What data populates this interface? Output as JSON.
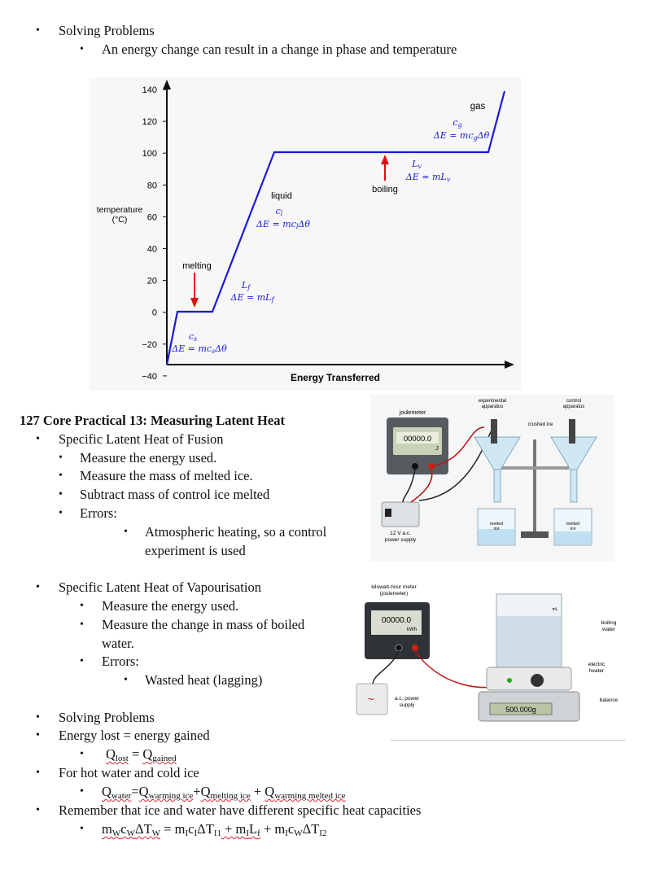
{
  "section1": {
    "heading": "Solving Problems",
    "sub": "An energy change can result in a change in phase and temperature"
  },
  "graph": {
    "ylabel_line1": "temperature",
    "ylabel_line2": "(°C)",
    "xlabel": "Energy Transferred",
    "yticks": [
      "140",
      "120",
      "100",
      "80",
      "60",
      "40",
      "20",
      "0",
      "−20",
      "−40"
    ],
    "gas": "gas",
    "gas_c": "c",
    "gas_c_sub": "g",
    "gas_eq": "ΔE = mc",
    "gas_eq_sub": "g",
    "gas_eq_tail": "Δθ",
    "boiling": "boiling",
    "lv": "L",
    "lv_sub": "v",
    "lv_eq": "ΔE = mL",
    "lv_eq_sub": "v",
    "liquid": "liquid",
    "liq_c": "c",
    "liq_c_sub": "l",
    "liq_eq": "ΔE = mc",
    "liq_eq_sub": "l",
    "liq_eq_tail": "Δθ",
    "melting": "melting",
    "lf": "L",
    "lf_sub": "f",
    "lf_eq": "ΔE = mL",
    "lf_eq_sub": "f",
    "sol_c": "c",
    "sol_c_sub": "s",
    "sol_eq": "ΔE = mc",
    "sol_eq_sub": "s",
    "sol_eq_tail": "Δθ",
    "colors": {
      "line": "#1a1ad6",
      "arrow": "#e01010",
      "eq": "#1a1ad6"
    }
  },
  "practical": {
    "title": "127 Core Practical 13: Measuring Latent Heat",
    "fusion": {
      "heading": "Specific Latent Heat of Fusion",
      "items": [
        "Measure the energy used.",
        "Measure the mass of melted ice.",
        "Subtract mass of control ice melted",
        "Errors:"
      ],
      "error_line1": "Atmospheric heating, so a control",
      "error_line2": "experiment is used"
    },
    "vap": {
      "heading": "Specific Latent Heat of Vapourisation",
      "item1": "Measure the energy used.",
      "item2_line1": "Measure the change in mass of boiled",
      "item2_line2": "water.",
      "item3": "Errors:",
      "error": "Wasted heat (lagging)"
    }
  },
  "fig1": {
    "joulemeter": "joulemeter",
    "reading": "00000.0",
    "unit": "J",
    "exp_line1": "experimental",
    "exp_line2": "apparatus",
    "ctrl_line1": "control",
    "ctrl_line2": "apparatus",
    "crushed": "crushed ice",
    "melted_line1": "melted",
    "melted_line2": "ice",
    "psu_line1": "12 V a.c.",
    "psu_line2": "power supply"
  },
  "fig2": {
    "meter_line1": "kilowatt-hour meter",
    "meter_line2": "(joulemeter)",
    "reading": "00000.0",
    "unit": "kWh",
    "boiling_line1": "boiling",
    "boiling_line2": "water",
    "heater_line1": "electric",
    "heater_line2": "heater",
    "balance": "balance",
    "balance_reading": "500.000g",
    "ml": "mL",
    "ac_line1": "a.c. power",
    "ac_line2": "supply"
  },
  "section2": {
    "heading": "Solving Problems",
    "energy": "Energy lost = energy gained",
    "q_lost": "Q",
    "q_lost_sub": "lost",
    "eq": " = ",
    "q_gained": "Q",
    "q_gained_sub": "gained",
    "hot_cold": "For hot water and cold ice",
    "qw": "Q",
    "qw_sub": "water",
    "eq2": "=",
    "qwi": "Q",
    "qwi_sub": "warming ice",
    "plus1": "+",
    "qm": "Q",
    "qm_sub": "melting ice",
    "plus2": " + ",
    "qwm": "Q",
    "qwm_sub": "warming melted ice",
    "remember": "Remember that ice and water have different specific heat capacities",
    "f1": "m",
    "f1s": "W",
    "f2": "c",
    "f2s": "W",
    "f3": "ΔT",
    "f3s": "W",
    "f4": " = m",
    "f4s": "I",
    "f5": "c",
    "f5s": "I",
    "f6": "ΔT",
    "f6s": "I1",
    "f7": " + m",
    "f7s": "I",
    "f8": "L",
    "f8s": "f",
    "f9": " + m",
    "f9s": "I",
    "f10": "c",
    "f10s": "W",
    "f11": "ΔT",
    "f11s": "I2"
  }
}
